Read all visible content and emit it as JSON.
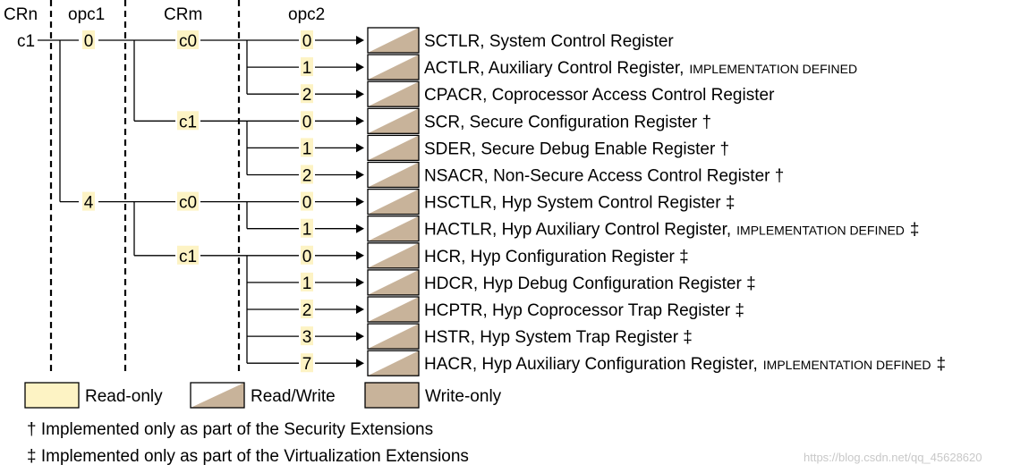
{
  "columns": {
    "crn": "CRn",
    "opc1": "opc1",
    "crm": "CRm",
    "opc2": "opc2"
  },
  "crn_value": "c1",
  "opc1_values": [
    "0",
    "4"
  ],
  "crm_values": [
    {
      "opc1": "0",
      "crm": "c0"
    },
    {
      "opc1": "0",
      "crm": "c1"
    },
    {
      "opc1": "4",
      "crm": "c0"
    },
    {
      "opc1": "4",
      "crm": "c1"
    }
  ],
  "registers": [
    {
      "opc1": "0",
      "crm": "c0",
      "opc2": "0",
      "name": "SCTLR, System Control Register",
      "suffix": "",
      "mark": ""
    },
    {
      "opc1": "0",
      "crm": "c0",
      "opc2": "1",
      "name": "ACTLR, Auxiliary Control Register,",
      "suffix": "IMPLEMENTATION DEFINED",
      "mark": ""
    },
    {
      "opc1": "0",
      "crm": "c0",
      "opc2": "2",
      "name": "CPACR, Coprocessor Access Control Register",
      "suffix": "",
      "mark": ""
    },
    {
      "opc1": "0",
      "crm": "c1",
      "opc2": "0",
      "name": "SCR, Secure Configuration Register †",
      "suffix": "",
      "mark": ""
    },
    {
      "opc1": "0",
      "crm": "c1",
      "opc2": "1",
      "name": "SDER, Secure Debug Enable Register †",
      "suffix": "",
      "mark": ""
    },
    {
      "opc1": "0",
      "crm": "c1",
      "opc2": "2",
      "name": "NSACR, Non-Secure Access Control Register †",
      "suffix": "",
      "mark": ""
    },
    {
      "opc1": "4",
      "crm": "c0",
      "opc2": "0",
      "name": "HSCTLR, Hyp System Control Register ‡",
      "suffix": "",
      "mark": ""
    },
    {
      "opc1": "4",
      "crm": "c0",
      "opc2": "1",
      "name": "HACTLR, Hyp Auxiliary Control Register,",
      "suffix": "IMPLEMENTATION DEFINED",
      "mark": "‡"
    },
    {
      "opc1": "4",
      "crm": "c1",
      "opc2": "0",
      "name": "HCR, Hyp Configuration Register ‡",
      "suffix": "",
      "mark": ""
    },
    {
      "opc1": "4",
      "crm": "c1",
      "opc2": "1",
      "name": "HDCR, Hyp Debug Configuration Register ‡",
      "suffix": "",
      "mark": ""
    },
    {
      "opc1": "4",
      "crm": "c1",
      "opc2": "2",
      "name": "HCPTR, Hyp Coprocessor Trap Register ‡",
      "suffix": "",
      "mark": ""
    },
    {
      "opc1": "4",
      "crm": "c1",
      "opc2": "3",
      "name": "HSTR, Hyp System Trap Register ‡",
      "suffix": "",
      "mark": ""
    },
    {
      "opc1": "4",
      "crm": "c1",
      "opc2": "7",
      "name": "HACR, Hyp Auxiliary Configuration Register,",
      "suffix": "IMPLEMENTATION DEFINED",
      "mark": "‡"
    }
  ],
  "legend": [
    {
      "kind": "read-only",
      "label": "Read-only"
    },
    {
      "kind": "read-write",
      "label": "Read/Write"
    },
    {
      "kind": "write-only",
      "label": "Write-only"
    }
  ],
  "footnotes": [
    "† Implemented only as part of the Security Extensions",
    "‡ Implemented only as part of the Virtualization Extensions"
  ],
  "watermark": "https://blog.csdn.net/qq_45628620",
  "colors": {
    "highlight": "#fdf3c4",
    "write_fill": "#c8b39a",
    "line": "#000000"
  }
}
